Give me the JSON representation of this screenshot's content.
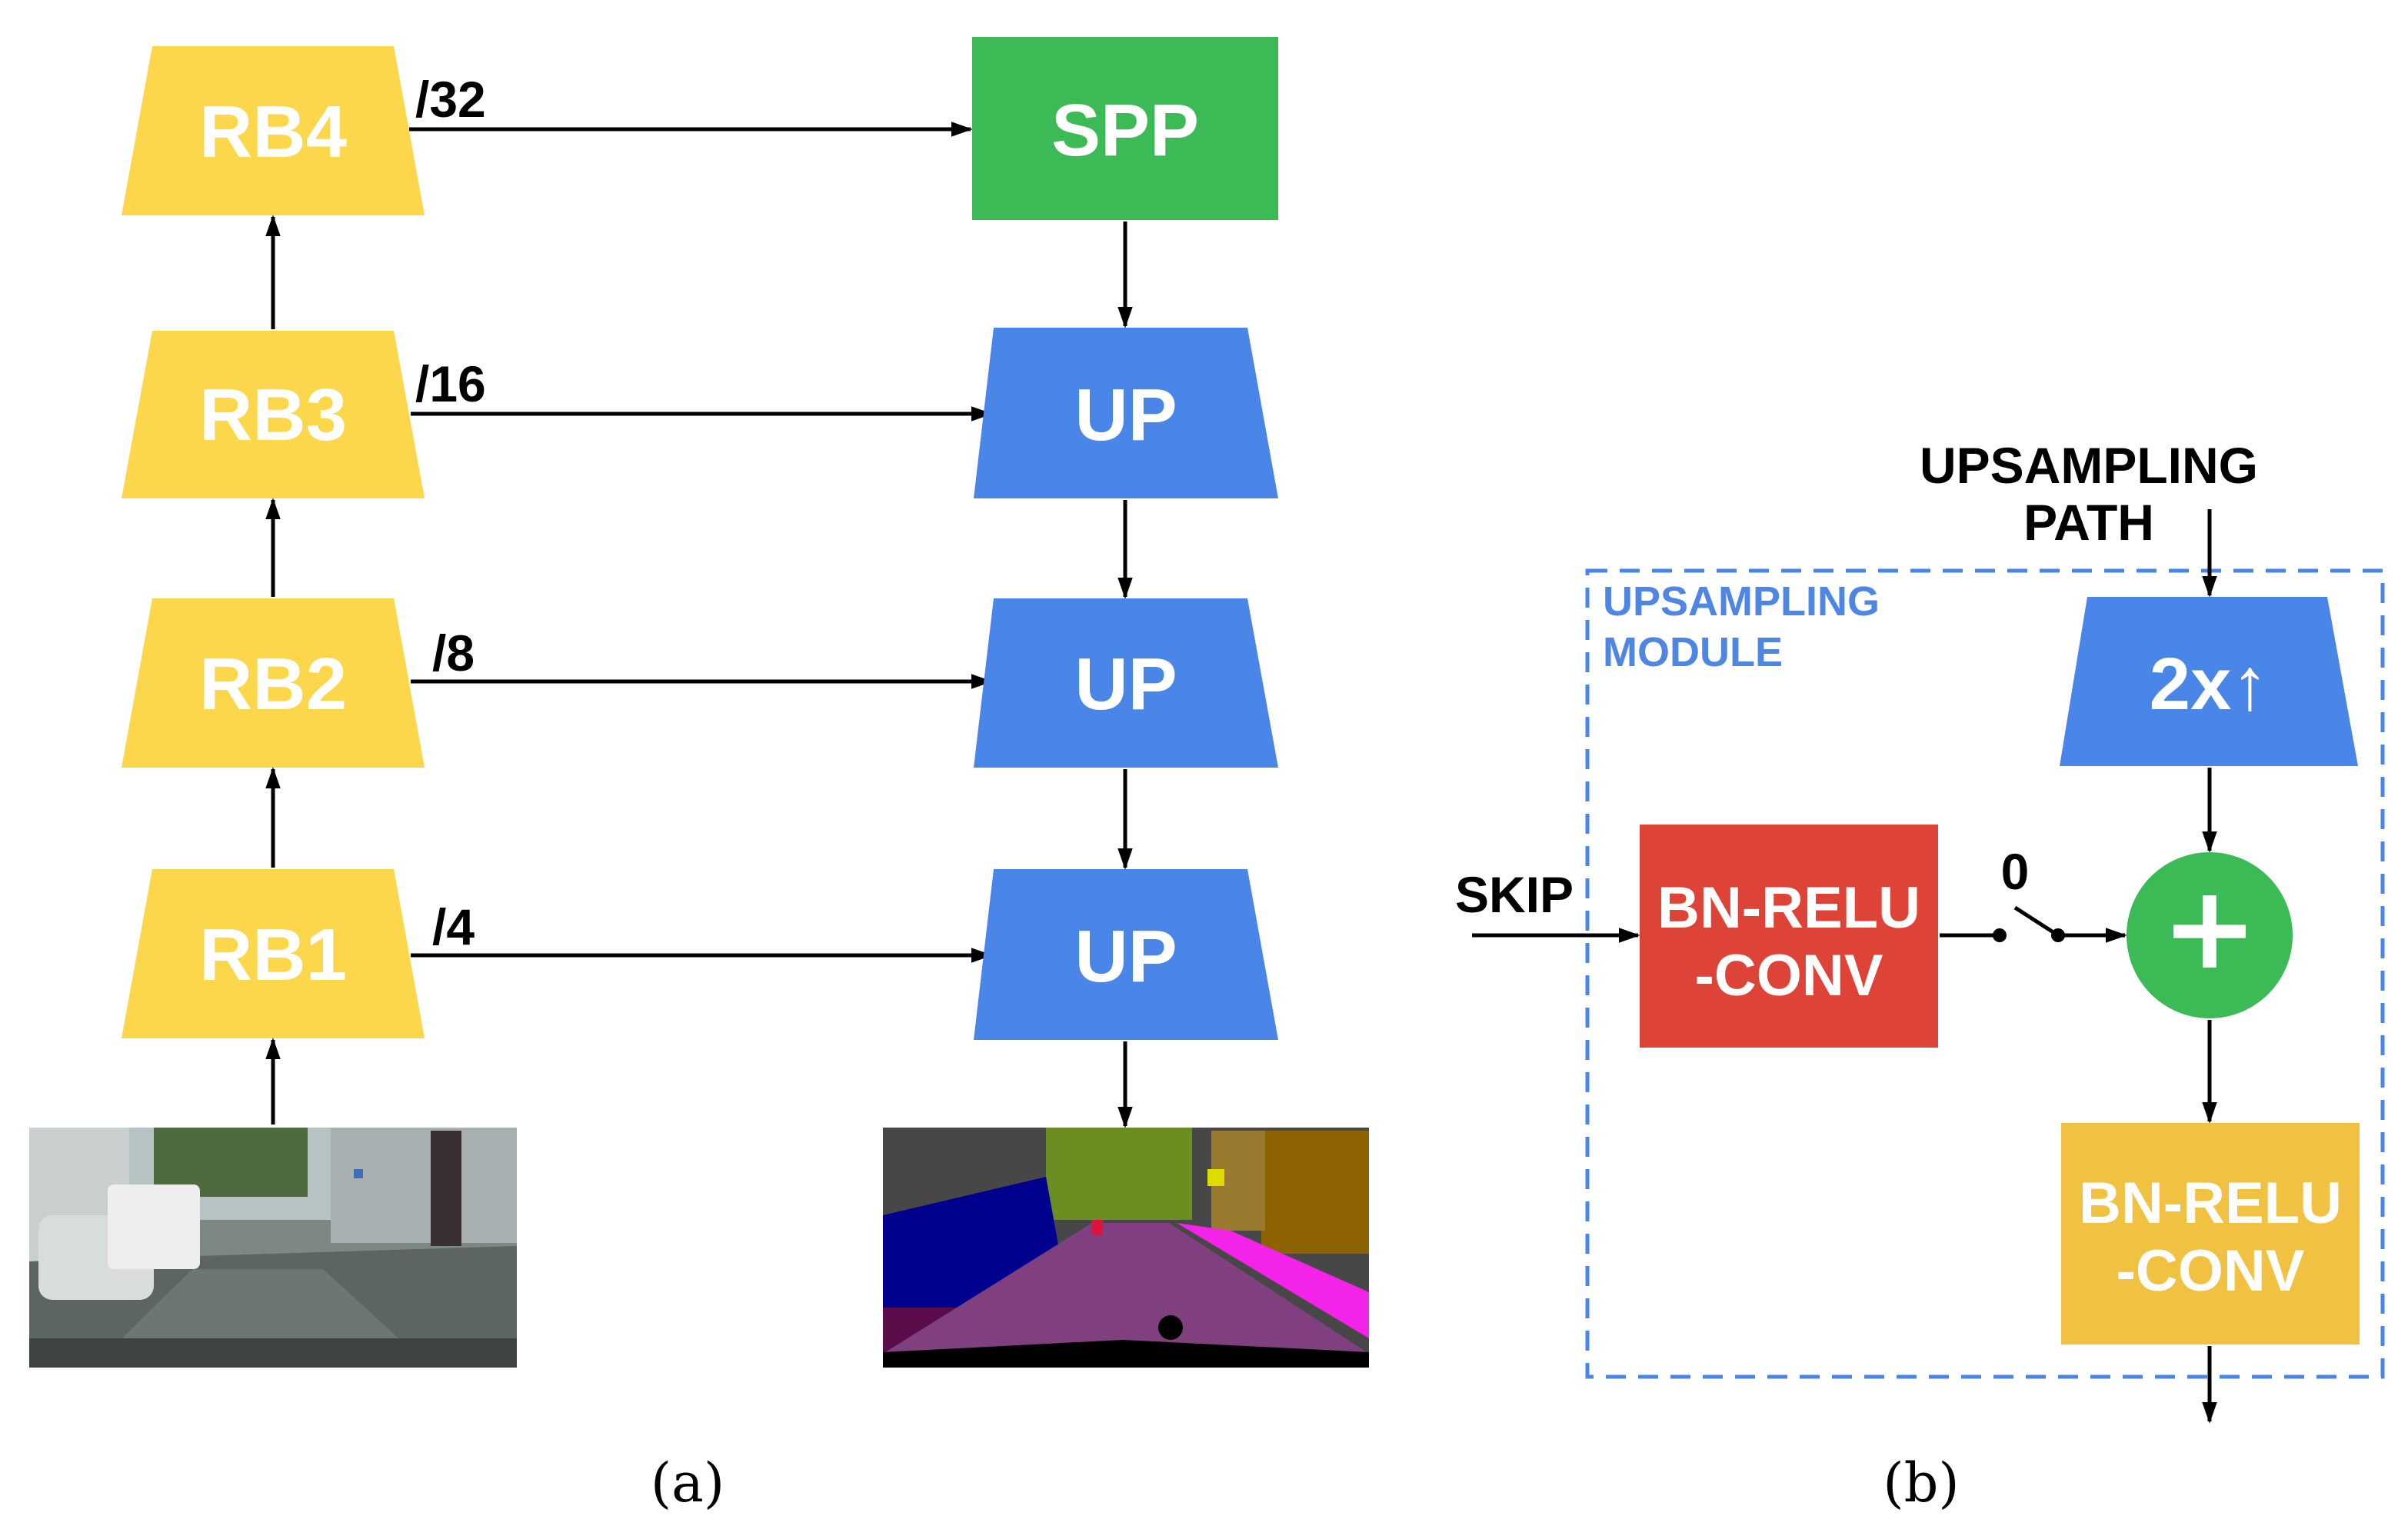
{
  "panel_a": {
    "encoder": [
      "RB4",
      "RB3",
      "RB2",
      "RB1"
    ],
    "skip_scales": [
      "/32",
      "/16",
      "/8",
      "/4"
    ],
    "spp_label": "SPP",
    "up_label": "UP",
    "caption": "(a)"
  },
  "panel_b": {
    "input_top_line1": "UPSAMPLING",
    "input_top_line2": "PATH",
    "module_line1": "UPSAMPLING",
    "module_line2": "MODULE",
    "upsample_label": "2x↑",
    "skip_label": "SKIP",
    "conv_line1": "BN-RELU",
    "conv_line2": "-CONV",
    "switch_label": "0",
    "plus_symbol": "+",
    "out_line1": "BN-RELU",
    "out_line2": "-CONV",
    "caption": "(b)"
  },
  "colors": {
    "yellow": "#fdd74b",
    "green": "#3bba55",
    "blue": "#4a86e8",
    "red": "#dd4437",
    "gold": "#f1c142",
    "dash": "#4a86e8"
  }
}
